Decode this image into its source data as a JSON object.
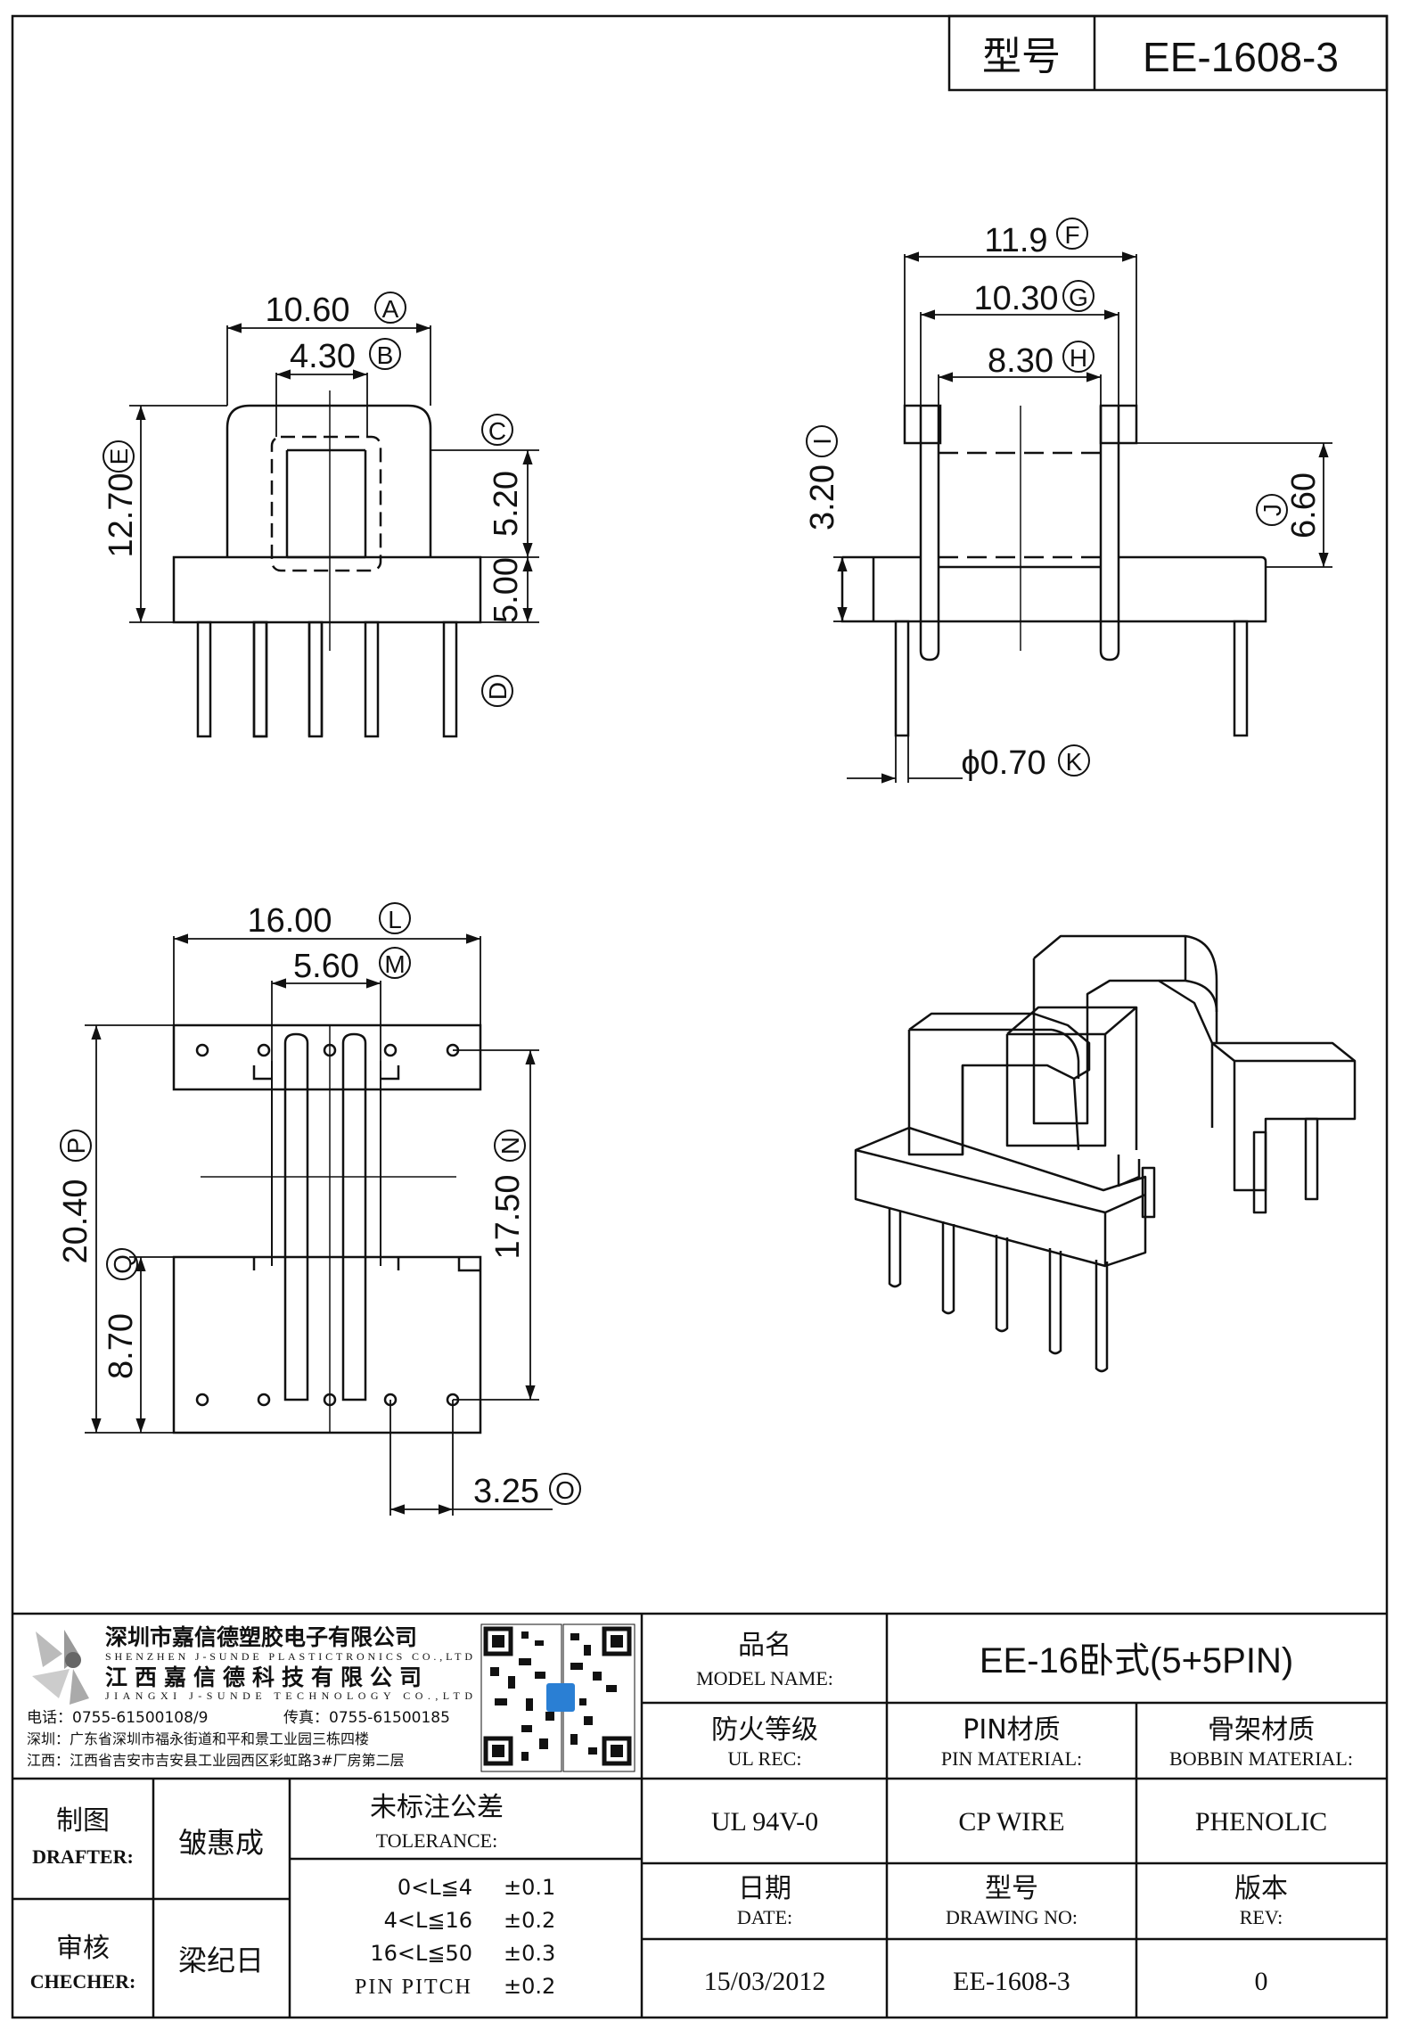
{
  "header": {
    "model_label": "型号",
    "model_value": "EE-1608-3"
  },
  "views": {
    "front": {
      "dims": {
        "A": "10.60",
        "B": "4.30",
        "C": "",
        "E": "12.70",
        "d520": "5.20",
        "d500": "5.00",
        "D": ""
      }
    },
    "side": {
      "dims": {
        "F": "11.9",
        "G": "10.30",
        "H": "8.30",
        "I": "3.20",
        "J": "6.60",
        "K": "ϕ0.70"
      }
    },
    "bottom": {
      "dims": {
        "L": "16.00",
        "M": "5.60",
        "P": "20.40",
        "N": "17.50",
        "Q": "8.70",
        "O": "3.25"
      }
    }
  },
  "labels": {
    "A": "A",
    "B": "B",
    "C": "C",
    "D": "D",
    "E": "E",
    "F": "F",
    "G": "G",
    "H": "H",
    "I": "I",
    "J": "J",
    "K": "K",
    "L": "L",
    "M": "M",
    "N": "N",
    "O": "O",
    "P": "P",
    "Q": "Q"
  },
  "title_block": {
    "company_cn_1": "深圳市嘉信德塑胶电子有限公司",
    "company_en_1": "SHENZHEN J-SUNDE PLASTICTRONICS CO.,LTD",
    "company_cn_2": "江西嘉信德科技有限公司",
    "company_en_2": "JIANGXI J-SUNDE TECHNOLOGY CO.,LTD",
    "phone": "电话：0755-61500108/9",
    "fax": "传真：0755-61500185",
    "addr_sz": "深圳：广东省深圳市福永街道和平和景工业园三栋四楼",
    "addr_jx": "江西：江西省吉安市吉安县工业园西区彩虹路3#厂房第二层",
    "model_name_cn": "品名",
    "model_name_en": "MODEL NAME:",
    "model_name_value": "EE-16卧式(5+5PIN)",
    "ul_cn": "防火等级",
    "ul_en": "UL REC:",
    "pin_mat_cn": "PIN材质",
    "pin_mat_en": "PIN MATERIAL:",
    "bobbin_mat_cn": "骨架材质",
    "bobbin_mat_en": "BOBBIN MATERIAL:",
    "drafter_cn": "制图",
    "drafter_en": "DRAFTER:",
    "drafter_name": "皱惠成",
    "checker_cn": "审核",
    "checker_en": "CHECHER:",
    "checker_name": "梁纪日",
    "tolerance_cn": "未标注公差",
    "tolerance_en": "TOLERANCE:",
    "tolerances": [
      {
        "range": "0<L≦4",
        "value": "±0.1"
      },
      {
        "range": "4<L≦16",
        "value": "±0.2"
      },
      {
        "range": "16<L≦50",
        "value": "±0.3"
      },
      {
        "range": "PIN PITCH",
        "value": "±0.2"
      }
    ],
    "ul_value": "UL 94V-0",
    "pin_value": "CP WIRE",
    "bobbin_value": "PHENOLIC",
    "date_cn": "日期",
    "date_en": "DATE:",
    "drawing_no_cn": "型号",
    "drawing_no_en": "DRAWING NO:",
    "rev_cn": "版本",
    "rev_en": "REV:",
    "date_value": "15/03/2012",
    "drawing_no_value": "EE-1608-3",
    "rev_value": "0"
  }
}
